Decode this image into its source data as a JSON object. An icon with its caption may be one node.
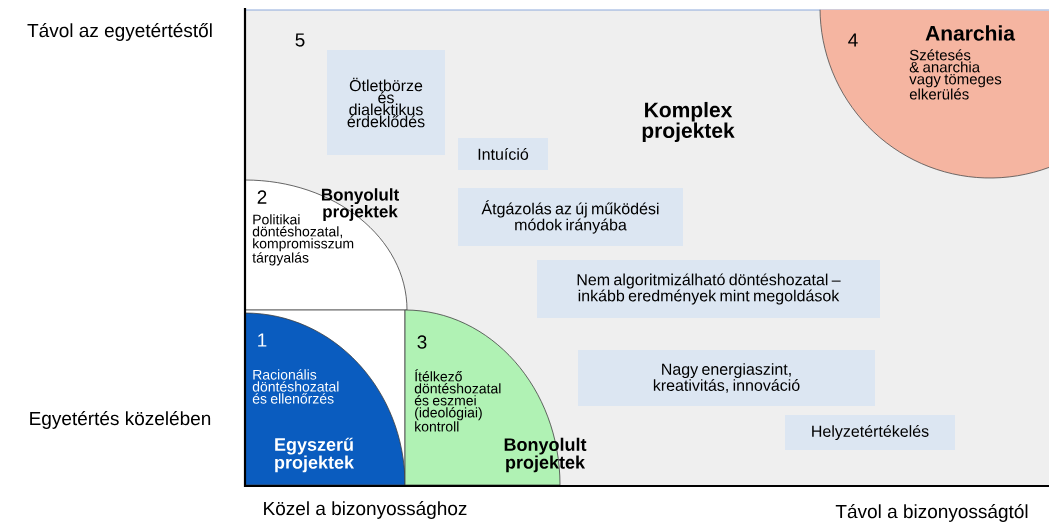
{
  "diagram": {
    "nodes": [
      {
        "text": [
          "5",
          "Komplex projektek"
        ]
      },
      {
        "text": [
          "Ötletbörze és dialektikus érdeklődés"
        ],
        "in": 0
      },
      {
        "text": [
          "Intuíció"
        ],
        "in": 0
      },
      {
        "text": [
          "Átgázolás az új működési módok irányába"
        ],
        "in": 0
      },
      {
        "text": [
          "Nem algoritmizálható döntéshozatal – inkább eredmények mint megoldások"
        ],
        "in": 0
      },
      {
        "text": [
          "Nagy energiaszint, kreativitás, innováció"
        ],
        "in": 0
      },
      {
        "text": [
          "Helyzetértékelés"
        ],
        "in": 0
      },
      {
        "text": [
          "4",
          "Anarchia",
          "Szétesés & anarchia vagy tömeges elkerülés"
        ],
        "in": 0
      },
      {
        "text": [
          "2",
          "Bonyolult projektek",
          "Politikai döntéshozatal, kompromisszum tárgyalás"
        ],
        "in": 0
      },
      {
        "text": [
          "1",
          "Racionális döntéshozatal és ellenőrzés",
          "Egyszerű projektek"
        ],
        "in": 0
      },
      {
        "text": [
          "3",
          "Ítélkező döntéshozatal és eszmei (ideológiai) kontroll",
          "Bonyolult projektek"
        ],
        "in": 0
      }
    ],
    "labels": [
      "Távol az egyetértéstől",
      "Egyetértés közelében",
      "Közel a bizonyossághoz",
      "Távol a bizonyosságtól"
    ]
  }
}
